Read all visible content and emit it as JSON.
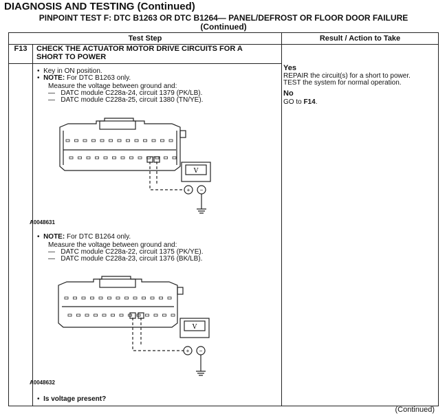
{
  "header": {
    "title": "DIAGNOSIS AND TESTING (Continued)",
    "test_title_line1": "PINPOINT TEST F: DTC B1263 OR DTC B1264— PANEL/DEFROST OR FLOOR DOOR FAILURE",
    "test_title_line2": "(Continued)"
  },
  "table": {
    "col_step": "Test Step",
    "col_result": "Result / Action to Take",
    "step_id": "F13",
    "step_title_line1": "CHECK THE ACTUATOR MOTOR DRIVE CIRCUITS FOR A",
    "step_title_line2": "SHORT TO POWER"
  },
  "steps": {
    "bullet1": "Key in ON position.",
    "note_label": "NOTE:",
    "note1_text": " For DTC B1263 only.",
    "measure1": "Measure the voltage between ground and:",
    "item1": "DATC module C228a-24, circuit 1379 (PK/LB).",
    "item2": "DATC module C228a-25, circuit 1380 (TN/YE).",
    "fig1_label": "A0048631",
    "note2_text": " For DTC B1264 only.",
    "measure2": "Measure the voltage between ground and:",
    "item3": "DATC module C228a-22, circuit 1375 (PK/YE).",
    "item4": "DATC module C228a-23, circuit 1376 (BK/LB).",
    "fig2_label": "A0048632",
    "question": "Is voltage present?",
    "bullet": "•",
    "dash": "—"
  },
  "results": {
    "yes_label": "Yes",
    "yes_line1": "REPAIR the circuit(s) for a short to power.",
    "yes_line2": "TEST the system for normal operation.",
    "no_label": "No",
    "no_text": "GO to ",
    "no_target": "F14",
    "no_end": "."
  },
  "meter": {
    "symbol": "V",
    "plus": "+",
    "minus": "−"
  },
  "footer": {
    "continued": "(Continued)"
  }
}
